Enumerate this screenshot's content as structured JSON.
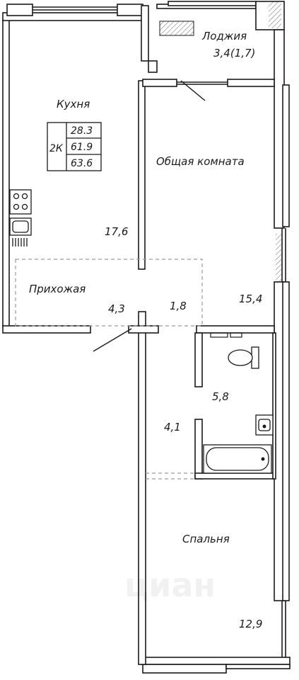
{
  "rooms": {
    "loggia": {
      "name": "Лоджия",
      "area": "3,4(1,7)"
    },
    "kitchen": {
      "name": "Кухня",
      "area": "17,6"
    },
    "living": {
      "name": "Общая комната",
      "area": "15,4"
    },
    "hall": {
      "name": "Прихожая",
      "area": "4,3"
    },
    "corridor": {
      "area": "1,8"
    },
    "bathroom": {
      "area": "5,8"
    },
    "passage": {
      "area": "4,1"
    },
    "bedroom": {
      "name": "Спальня",
      "area": "12,9"
    }
  },
  "badge": {
    "type": "2К",
    "living_area": "28.3",
    "total_area": "61.9",
    "total_with_loggia": "63.6"
  },
  "watermark": "циан",
  "colors": {
    "wall": "#1a1a1a",
    "wall_fill": "#ffffff",
    "dashed": "#9a9a9a"
  }
}
